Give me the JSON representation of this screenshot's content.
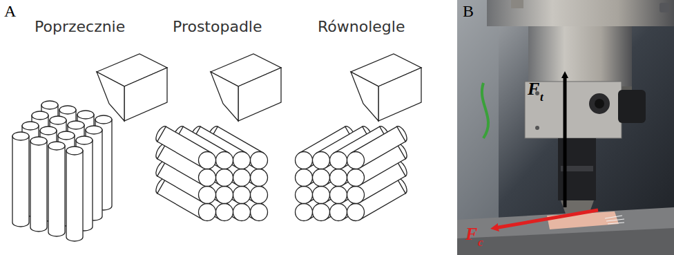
{
  "diagram": {
    "labels": [
      "A",
      "Poprzecznie",
      "Prostopadle",
      "Równolegle",
      "B",
      "F",
      "t",
      "F",
      "c"
    ]
  }
}
